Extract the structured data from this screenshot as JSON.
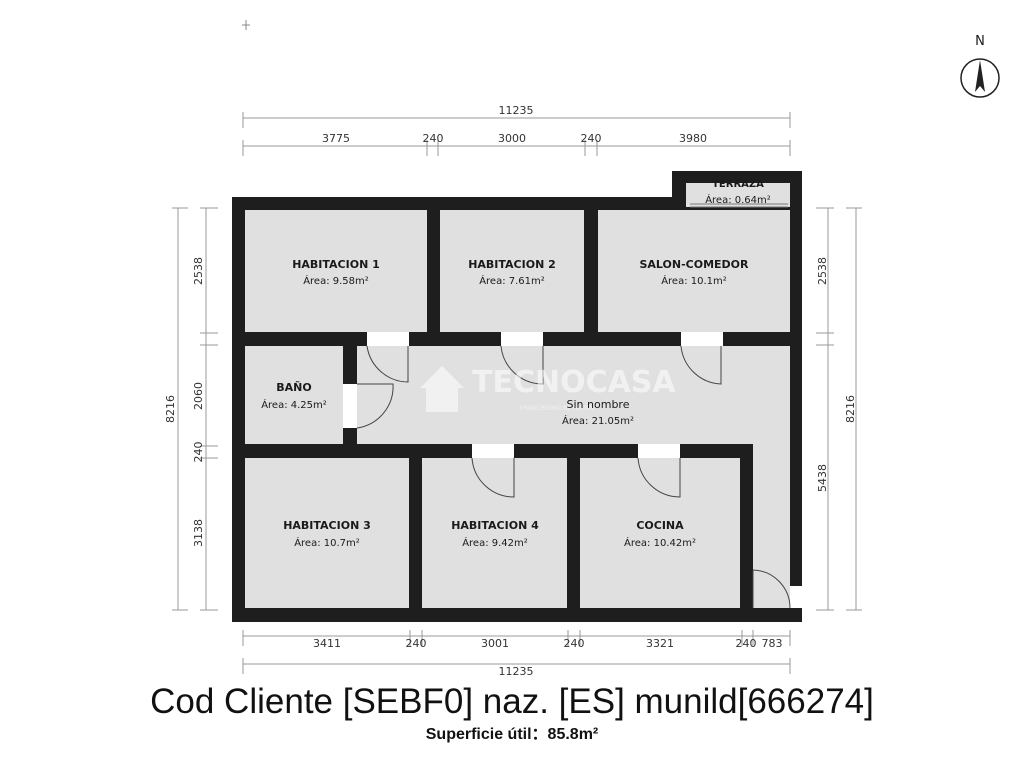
{
  "compass": {
    "label": "N"
  },
  "rooms": {
    "habitacion1": {
      "name": "HABITACION 1",
      "area": "Área: 9.58m²"
    },
    "habitacion2": {
      "name": "HABITACION 2",
      "area": "Área: 7.61m²"
    },
    "salon": {
      "name": "SALON-COMEDOR",
      "area": "Área: 10.1m²"
    },
    "terraza": {
      "name": "TERRAZA",
      "area": "Área: 0.64m²"
    },
    "bano": {
      "name": "BAÑO",
      "area": "Área: 4.25m²"
    },
    "sin_nombre": {
      "name": "Sin nombre",
      "area": "Área: 21.05m²"
    },
    "habitacion3": {
      "name": "HABITACION 3",
      "area": "Área: 10.7m²"
    },
    "habitacion4": {
      "name": "HABITACION 4",
      "area": "Área: 9.42m²"
    },
    "cocina": {
      "name": "COCINA",
      "area": "Área: 10.42m²"
    }
  },
  "dimensions": {
    "top_total": "11235",
    "top": [
      "3775",
      "240",
      "3000",
      "240",
      "3980"
    ],
    "bottom": [
      "3411",
      "240",
      "3001",
      "240",
      "3321",
      "240",
      "783"
    ],
    "bottom_total": "11235",
    "left_total": "8216",
    "left": [
      "2538",
      "2060",
      "240",
      "3138"
    ],
    "right": [
      "2538",
      "5438"
    ],
    "right_total": "8216"
  },
  "watermark": {
    "text": "TECNOCASA",
    "sub": "FRANCHISING NETWORK"
  },
  "footer": {
    "title": "Cod Cliente [SEBF0] naz. [ES] munild[666274]",
    "subtitle": "Superficie útil：85.8m²"
  }
}
